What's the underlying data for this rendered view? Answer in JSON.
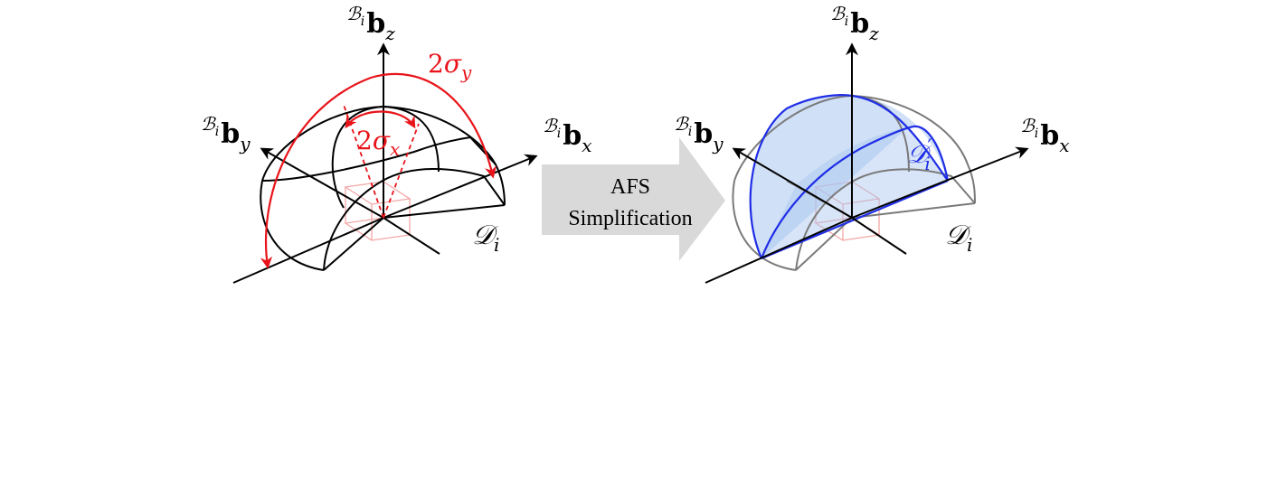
{
  "left_figure": {
    "axis_z": {
      "sup": "ℬ",
      "sub_i": "i",
      "bold": "b",
      "sub": "z"
    },
    "axis_y": {
      "sup": "ℬ",
      "sub_i": "i",
      "bold": "b",
      "sub": "y"
    },
    "axis_x": {
      "sup": "ℬ",
      "sub_i": "i",
      "bold": "b",
      "sub": "x"
    },
    "sigma_y_label": {
      "num": "2",
      "sym": "σ",
      "sub": "y"
    },
    "sigma_x_label": {
      "num": "2",
      "sym": "σ",
      "sub": "x"
    },
    "domain_label": {
      "sym": "𝒟",
      "sub": "i"
    }
  },
  "arrow": {
    "line1": "AFS",
    "line2": "Simplification"
  },
  "right_figure": {
    "axis_z": {
      "sup": "ℬ",
      "sub_i": "i",
      "bold": "b",
      "sub": "z"
    },
    "axis_y": {
      "sup": "ℬ",
      "sub_i": "i",
      "bold": "b",
      "sub": "y"
    },
    "axis_x": {
      "sup": "ℬ",
      "sub_i": "i",
      "bold": "b",
      "sub": "x"
    },
    "domain_label": {
      "sym": "𝒟",
      "sub": "i"
    },
    "simplified_label": {
      "sym": "𝒟",
      "prime": "′",
      "sub": "i"
    }
  },
  "colors": {
    "red": "#e8141a",
    "blue": "#1f2ee6",
    "blue_fill": "#a9c6ef",
    "gray": "#7a7a7a",
    "arrow_fill": "#d9d9d9",
    "box": "#f4a6a6"
  }
}
